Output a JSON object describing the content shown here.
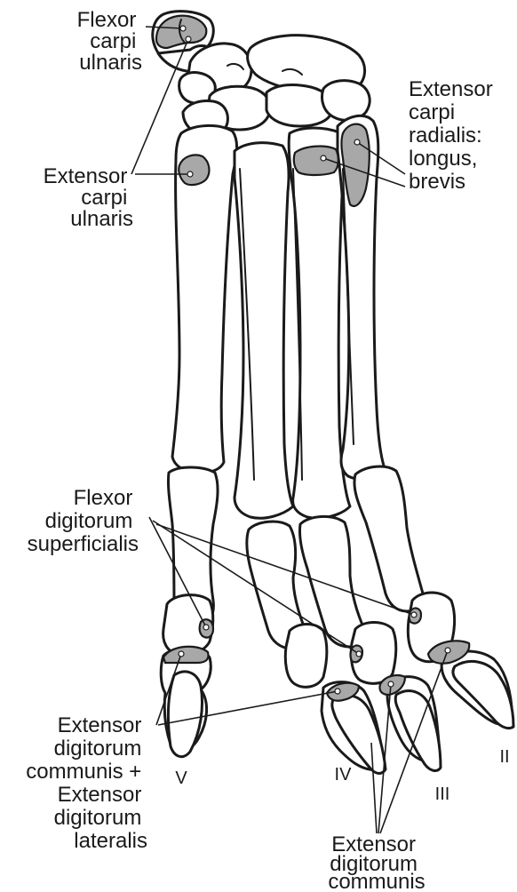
{
  "labels": {
    "flexor_carpi_ulnaris": [
      "Flexor",
      "carpi",
      "ulnaris"
    ],
    "extensor_carpi_ulnaris": [
      "Extensor",
      "carpi",
      "ulnaris"
    ],
    "extensor_carpi_radialis": [
      "Extensor",
      "carpi",
      "radialis:",
      "longus,",
      "brevis"
    ],
    "flexor_digitorum_superficialis": [
      "Flexor",
      "digitorum",
      "superficialis"
    ],
    "extensor_digitorum_communis_lateralis": [
      "Extensor",
      "digitorum",
      "communis +",
      "Extensor",
      "digitorum",
      "lateralis"
    ],
    "extensor_digitorum_communis": [
      "Extensor",
      "digitorum",
      "communis"
    ]
  },
  "digits": {
    "v": "V",
    "iv": "IV",
    "iii": "III",
    "ii": "II"
  },
  "colors": {
    "line": "#1a1a1a",
    "attachment": "#a8a8a8",
    "bone_fill": "#ffffff"
  }
}
